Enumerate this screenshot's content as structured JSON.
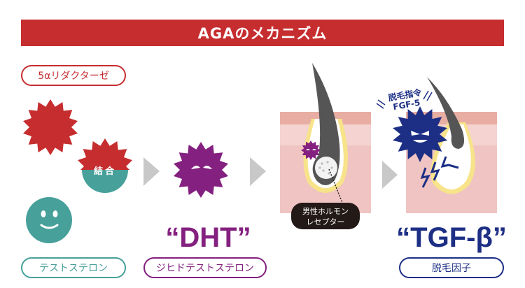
{
  "title": "AGAのメカニズム",
  "enzyme_label": "5αリダクターゼ",
  "bond_label": "結合",
  "testosterone_label": "テストステロン",
  "dht_big": "“DHT”",
  "dht_label": "ジヒドテストステロン",
  "receptor_label_line1": "男性ホルモン",
  "receptor_label_line2": "レセプター",
  "fgf_line1": "脱毛指令",
  "fgf_line2": "FGF-5",
  "tgf_big": "“TGF-β”",
  "tgf_label": "脱毛因子",
  "colors": {
    "red": "#c62d2f",
    "teal": "#47a09a",
    "purple": "#84207f",
    "navy": "#1d2f85",
    "arrow": "#c8c8c8",
    "skin": "#f0c4c2",
    "yellow": "#f7e38a",
    "hair": "#555555"
  }
}
